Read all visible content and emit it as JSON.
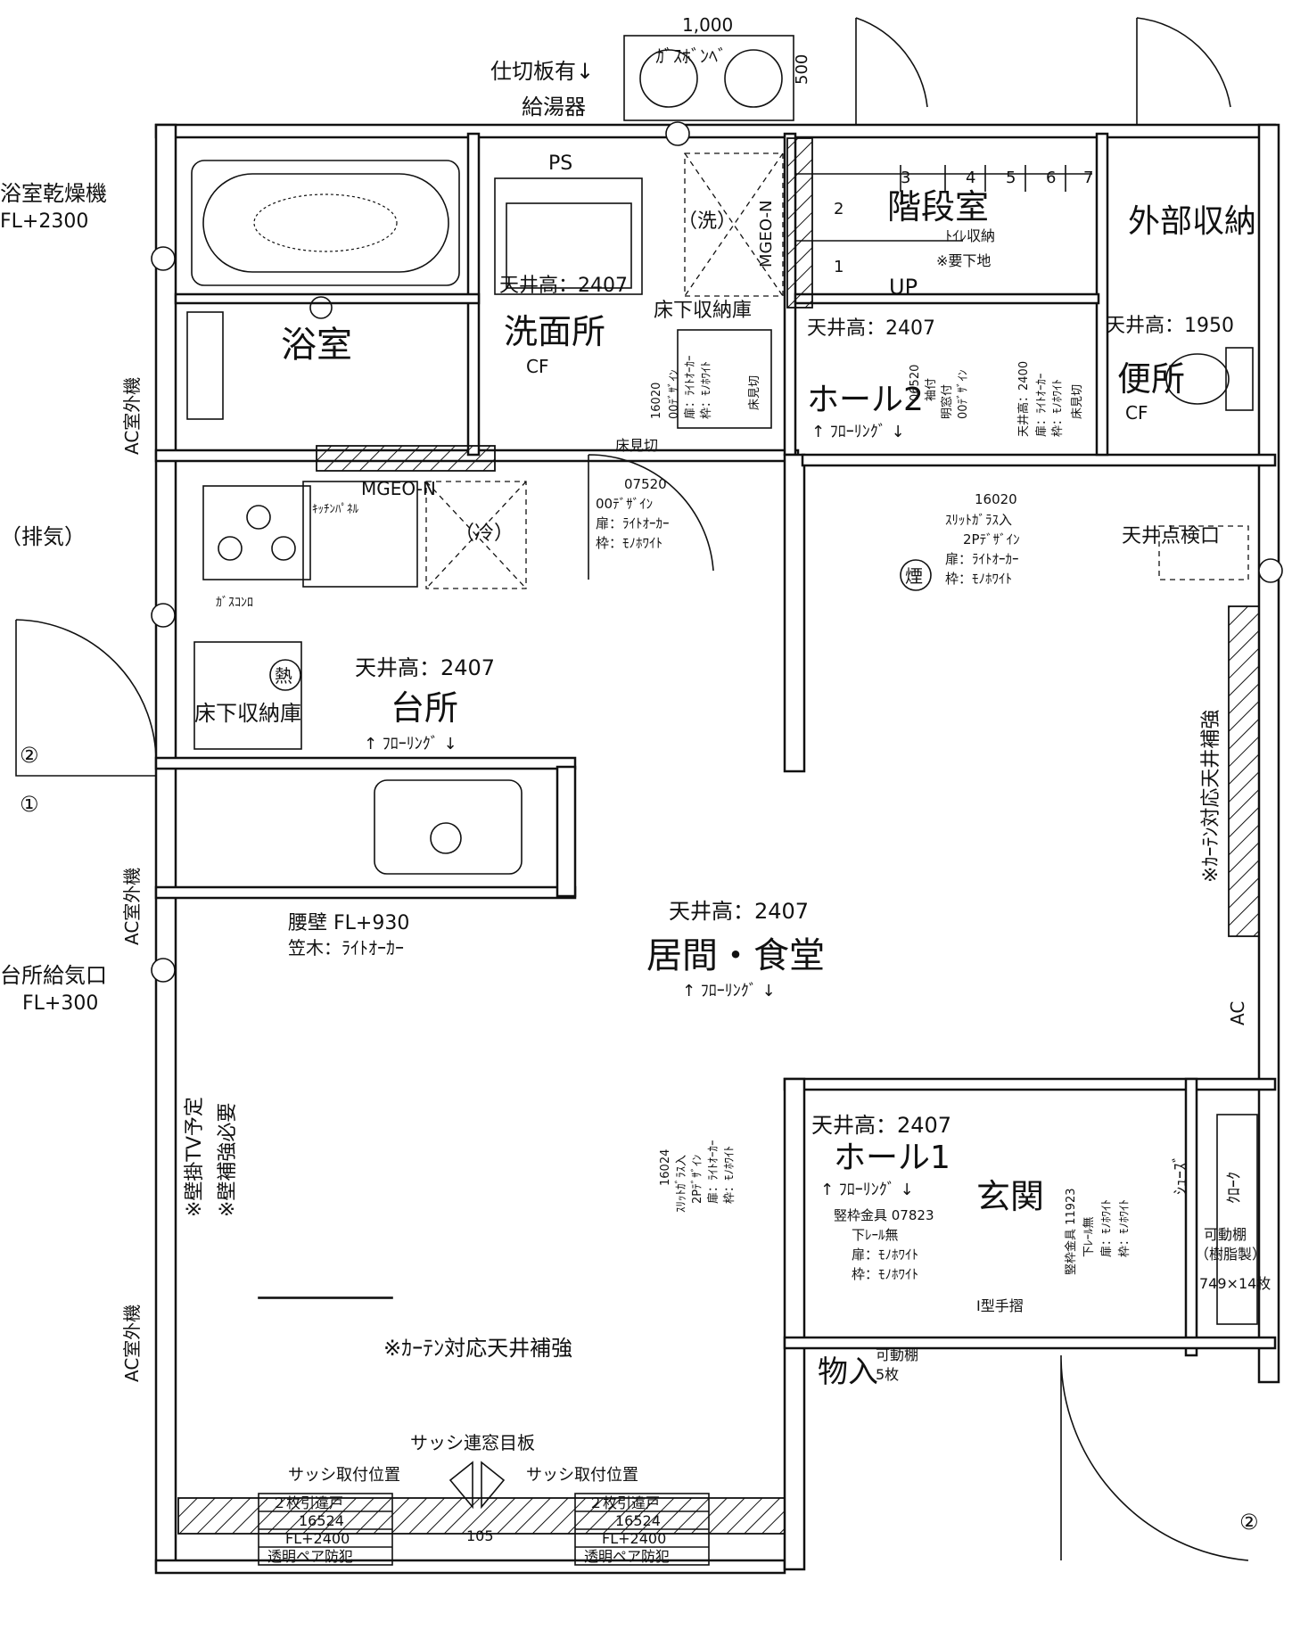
{
  "top": {
    "dim_width": "1,000",
    "dim_depth": "500",
    "gas_cylinder": "ｶﾞｽﾎﾞﾝﾍﾞ",
    "partition": "仕切板有↓",
    "water_heater": "給湯器"
  },
  "rooms": {
    "bath": "浴室",
    "washroom": "洗面所",
    "stair": "階段室",
    "ext_storage": "外部収納",
    "toilet": "便所",
    "hall2": "ホール2",
    "kitchen": "台所",
    "living": "居間・食堂",
    "hall1": "ホール1",
    "entrance": "玄関",
    "storage": "物入"
  },
  "labels": {
    "ps": "PS",
    "cf": "CF",
    "wash_machine": "（洗）",
    "fridge": "（冷）",
    "mgeo_1": "MGEO-N",
    "mgeo_2": "MGEO-N",
    "underfloor_1": "床下収納庫",
    "underfloor_2": "床下収納庫",
    "up": "UP",
    "toilet_storage": "ﾄｲﾚ収納",
    "toilet_storage_note": "※要下地",
    "floor_edge": "床見切",
    "kitchen_panel": "ｷｯﾁﾝﾊﾟﾈﾙ",
    "gas_stove": "ｶﾞｽｺﾝﾛ",
    "heat_symbol": "熱",
    "smoke_symbol": "煙",
    "ceiling_hatch": "天井点検口",
    "ac": "AC",
    "waist_wall": "腰壁 FL+930",
    "kasagi": "笠木：ﾗｲﾄｵｰｶｰ",
    "wall_tv": "※壁掛TV予定",
    "wall_reinforce": "※壁補強必要",
    "curtain_bottom": "※ｶｰﾃﾝ対応天井補強",
    "curtain_right": "※ｶｰﾃﾝ対応天井補強",
    "flooring": "↑ ﾌﾛｰﾘﾝｸﾞ ↓",
    "ceiling_2407": "天井高：2407",
    "ceiling_1950": "天井高：1950",
    "bath_dryer": "浴室乾燥機",
    "bath_dryer_fl": "FL+2300",
    "exhaust": "（排気）",
    "kitchen_air": "台所給気口",
    "kitchen_air_fl": "FL+300",
    "ac_outdoor": "AC室外機",
    "circle_1": "①",
    "circle_2": "②",
    "circle_2b": "②",
    "stair_nums": [
      "1",
      "2",
      "3",
      "4",
      "5",
      "6",
      "7"
    ],
    "door_07520": [
      "07520",
      "00ﾃﾞｻﾞｲﾝ",
      "扉：ﾗｲﾄｵｰｶｰ",
      "枠：ﾓﾉﾎﾜｲﾄ"
    ],
    "door_16020_hall": [
      "16020",
      "ｽﾘｯﾄｶﾞﾗｽ入",
      "2Pﾃﾞｻﾞｲﾝ",
      "扉：ﾗｲﾄｵｰｶｰ",
      "枠：ﾓﾉﾎﾜｲﾄ"
    ],
    "door_16020_wash": [
      "16020",
      "00ﾃﾞｻﾞｲﾝ",
      "扉：ﾗｲﾄｵｰｶｰ",
      "枠：ﾓﾉﾎﾜｲﾄ",
      "床見切"
    ],
    "door_06520": [
      "06520",
      "袖付",
      "明窓付",
      "00ﾃﾞｻﾞｲﾝ"
    ],
    "door_toilet": [
      "天井高：2400",
      "扉：ﾗｲﾄｵｰｶｰ",
      "枠：ﾓﾉﾎﾜｲﾄ",
      "床見切"
    ],
    "door_16024": [
      "16024",
      "ｽﾘｯﾄｶﾞﾗｽ入",
      "2Pﾃﾞｻﾞｲﾝ",
      "扉：ﾗｲﾄｵｰｶｰ",
      "枠：ﾓﾉﾎﾜｲﾄ"
    ],
    "door_07823": [
      "竪枠金具 07823",
      "下ﾚｰﾙ無",
      "扉：ﾓﾉﾎﾜｲﾄ",
      "枠：ﾓﾉﾎﾜｲﾄ"
    ],
    "door_11923": [
      "竪枠金具 11923",
      "下ﾚｰﾙ無",
      "扉：ﾓﾉﾎﾜｲﾄ",
      "枠：ﾓﾉﾎﾜｲﾄ"
    ],
    "shoes": "ｼｭｰｽﾞ",
    "cloak": "ｸﾛｰｸ",
    "shelf": "可動棚",
    "shelf_resin": "（樹脂製）",
    "shelf_size": "749×14枚",
    "handrail": "I型手摺",
    "storage_shelf": "可動棚",
    "storage_shelf_count": "5枚",
    "sash_title": "サッシ連窓目板",
    "sash_left": "サッシ取付位置",
    "sash_right": "サッシ取付位置",
    "sash_gap": "105",
    "window_left": [
      "２枚引違戸",
      "16524",
      "FL+2400",
      "透明ペア防犯"
    ],
    "window_right": [
      "２枚引違戸",
      "16524",
      "FL+2400",
      "透明ペア防犯"
    ]
  }
}
